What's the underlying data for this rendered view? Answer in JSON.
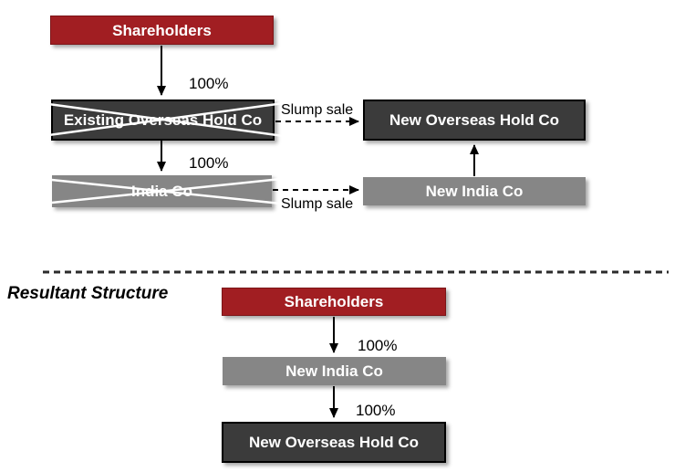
{
  "colors": {
    "shareholder_red": "#a11e22",
    "holdco_dark_gray": "#3b3b3b",
    "indiaco_gray": "#868686",
    "cross_white": "#ffffff",
    "line_black": "#000000"
  },
  "top_diagram": {
    "shareholders_label": "Shareholders",
    "existing_overseas_label": "Existing Overseas Hold Co",
    "india_co_label": "India Co",
    "new_overseas_label": "New Overseas Hold Co",
    "new_india_label": "New India Co",
    "ownership_pct_1": "100%",
    "ownership_pct_2": "100%",
    "slump_sale_label_1": "Slump sale",
    "slump_sale_label_2": "Slump sale"
  },
  "resultant_diagram": {
    "section_title": "Resultant Structure",
    "shareholders_label": "Shareholders",
    "new_india_label": "New India Co",
    "new_overseas_label": "New Overseas Hold Co",
    "ownership_pct_1": "100%",
    "ownership_pct_2": "100%"
  }
}
